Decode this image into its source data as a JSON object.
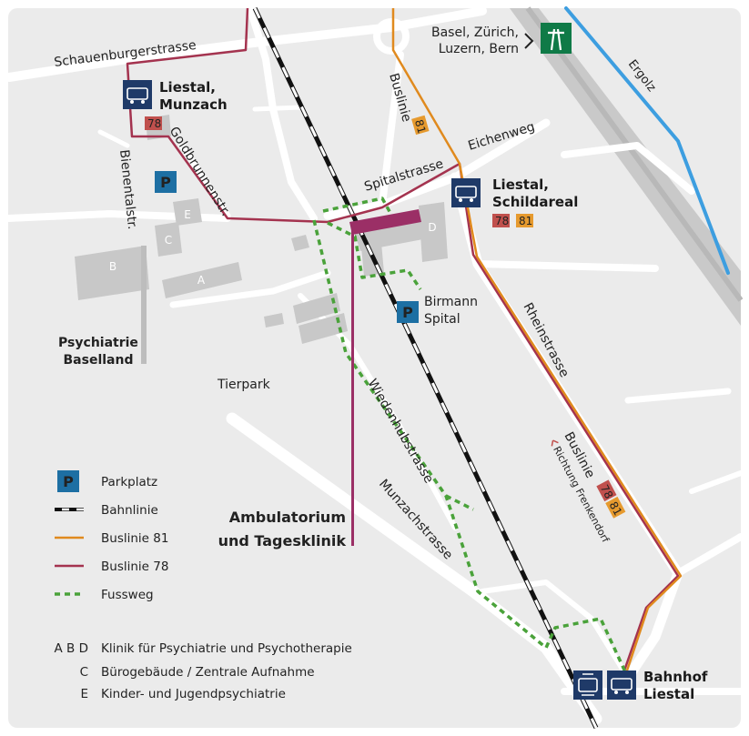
{
  "map": {
    "streets": {
      "schauenburgerstrasse": "Schauenburgerstrasse",
      "goldbrunnenstr": "Goldbrunnenstr.",
      "bienentalstr": "Bienentalstr.",
      "spitalstrasse": "Spitalstrasse",
      "eichenweg": "Eichenweg",
      "rheinstrasse": "Rheinstrasse",
      "wiedenhubstrasse": "Wiedenhubstrasse",
      "munzachstrasse": "Munzachstrasse"
    },
    "river": "Ergolz",
    "places": {
      "tierpark": "Tierpark",
      "psychiatrie_line1": "Psychiatrie",
      "psychiatrie_line2": "Baselland",
      "ambulatorium_line1": "Ambulatorium",
      "ambulatorium_line2": "und Tagesklinik",
      "birmann_line1": "Birmann",
      "birmann_line2": "Spital"
    },
    "motorway": {
      "line1": "Basel, Zürich,",
      "line2": "Luzern, Bern",
      "arrow": ">"
    },
    "stops": {
      "munzach": {
        "line1": "Liestal,",
        "line2": "Munzach",
        "lines": [
          "78"
        ]
      },
      "schildareal": {
        "line1": "Liestal,",
        "line2": "Schildareal",
        "lines": [
          "78",
          "81"
        ]
      },
      "bahnhof": {
        "line1": "Bahnhof",
        "line2": "Liestal"
      }
    },
    "bus_labels": {
      "buslinie_81": "Buslinie",
      "buslinie_81_num": "81",
      "buslinie_rhein": "Buslinie",
      "rhein_78": "78",
      "rhein_81": "81",
      "richtung": "Richtung Frenkendorf"
    },
    "buildings": {
      "a": "A",
      "b": "B",
      "c": "C",
      "d": "D",
      "e": "E"
    },
    "parking_symbol": "P",
    "colors": {
      "bus78": "#a4334f",
      "bus81": "#e08a1e",
      "badge78": "#c0504d",
      "badge81": "#e69a2e",
      "footpath": "#4aa23a",
      "rail": "#111111",
      "river": "#3d9ee0",
      "clinic": "#9b2f66",
      "stop_icon": "#1f3a68",
      "parking": "#1d6fa3",
      "motorway_sign": "#0f7a47"
    }
  },
  "legend": {
    "parkplatz": "Parkplatz",
    "bahnlinie": "Bahnlinie",
    "buslinie81": "Buslinie 81",
    "buslinie78": "Buslinie 78",
    "fussweg": "Fussweg",
    "abd_code": "A B D",
    "abd_text": "Klinik für Psychiatrie und Psychotherapie",
    "c_code": "C",
    "c_text": "Bürogebäude / Zentrale Aufnahme",
    "e_code": "E",
    "e_text": "Kinder- und Jugendpsychiatrie"
  }
}
